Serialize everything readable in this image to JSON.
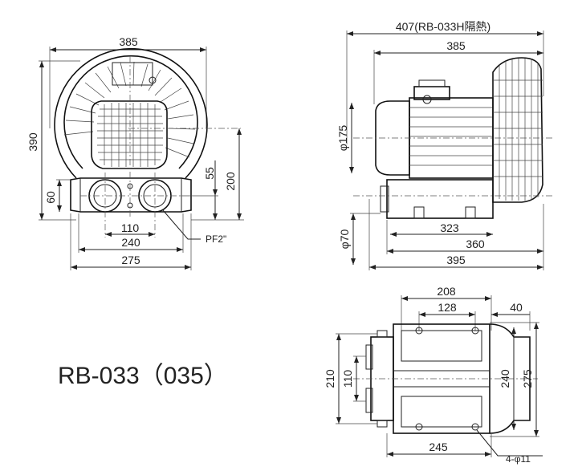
{
  "model": "RB-033（035）",
  "front_view": {
    "width_top": "385",
    "height": "390",
    "height_to_center": "200",
    "offset_55": "55",
    "base_60": "60",
    "port_spacing": "110",
    "base_width": "240",
    "foot_width": "275",
    "port_thread": "PF2\""
  },
  "side_view": {
    "overall_insulated": "407(RB-033H隔熱)",
    "width_top": "385",
    "motor_diameter": "φ175",
    "port_diameter": "φ70",
    "length_323": "323",
    "length_360": "360",
    "length_395": "395"
  },
  "top_view": {
    "width_208": "208",
    "width_128": "128",
    "offset_40": "40",
    "height_210": "210",
    "height_110": "110",
    "height_240": "240",
    "height_275": "275",
    "base_245": "245",
    "holes": "4-φ11"
  }
}
